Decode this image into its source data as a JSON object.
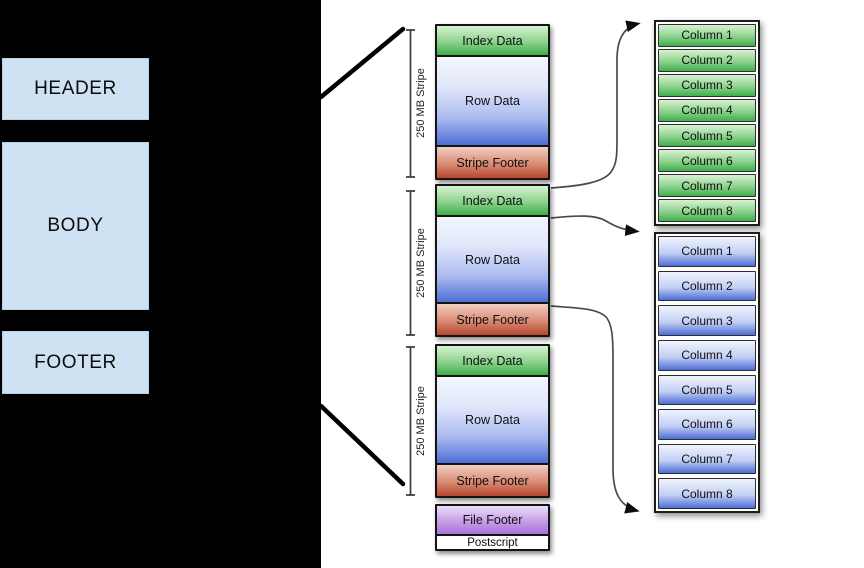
{
  "left_panel": {
    "bg": "#000000",
    "box_fill": "#cfe2f3",
    "boxes": [
      {
        "label": "HEADER"
      },
      {
        "label": "BODY"
      },
      {
        "label": "FOOTER"
      }
    ]
  },
  "stripes": {
    "items": [
      {
        "bracket_label": "250 MB Stripe",
        "sections": [
          {
            "label": "Index Data"
          },
          {
            "label": "Row Data"
          },
          {
            "label": "Stripe Footer"
          }
        ]
      },
      {
        "bracket_label": "250 MB Stripe",
        "sections": [
          {
            "label": "Index Data"
          },
          {
            "label": "Row Data"
          },
          {
            "label": "Stripe Footer"
          }
        ]
      },
      {
        "bracket_label": "250 MB Stripe",
        "sections": [
          {
            "label": "Index Data"
          },
          {
            "label": "Row Data"
          },
          {
            "label": "Stripe Footer"
          }
        ]
      }
    ]
  },
  "file_footer": {
    "label": "File Footer"
  },
  "postscript": {
    "label": "Postscript"
  },
  "column_stacks": {
    "green": {
      "items": [
        "Column 1",
        "Column 2",
        "Column 3",
        "Column 4",
        "Column 5",
        "Column 6",
        "Column 7",
        "Column 8"
      ]
    },
    "blue": {
      "items": [
        "Column 1",
        "Column 2",
        "Column 3",
        "Column 4",
        "Column 5",
        "Column 6",
        "Column 7",
        "Column 8"
      ]
    }
  },
  "colors": {
    "left_box_fill": "#cfe2f3",
    "green_top": "#d8f2d3",
    "green_bottom": "#3fae4b",
    "blue_top": "#f4f6fe",
    "blue_bottom": "#4d6ed6",
    "red_top": "#f2cfc3",
    "red_bottom": "#b64730",
    "purple_top": "#eedcf8",
    "purple_bottom": "#a873da",
    "connector": "#4a4a4a",
    "thick_line": "#000000"
  }
}
